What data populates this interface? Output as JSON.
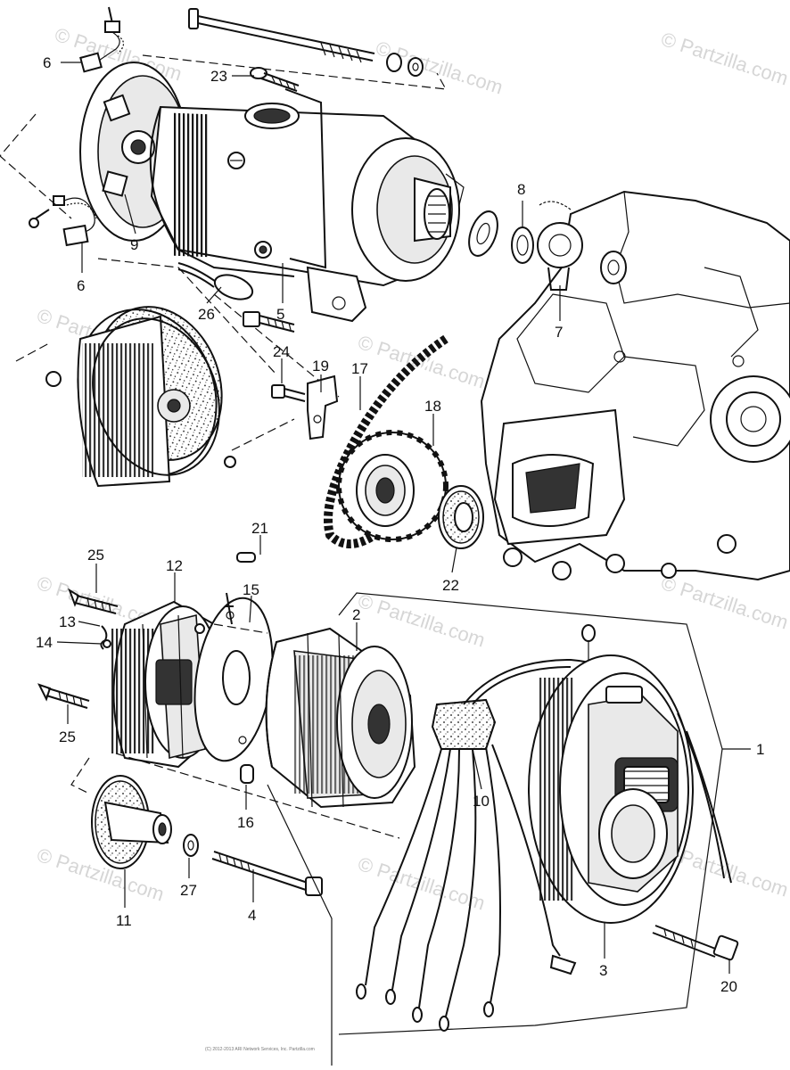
{
  "diagram": {
    "part_numbers": [
      "1",
      "2",
      "3",
      "4",
      "5",
      "6",
      "6",
      "7",
      "8",
      "9",
      "10",
      "11",
      "12",
      "13",
      "14",
      "15",
      "16",
      "17",
      "18",
      "19",
      "20",
      "21",
      "22",
      "23",
      "24",
      "25",
      "25",
      "26",
      "27"
    ],
    "watermark": "© Partzilla.com",
    "copyright_line": "(C) 2012-2013 ARI Network Services, Inc. Partzilla.com"
  }
}
